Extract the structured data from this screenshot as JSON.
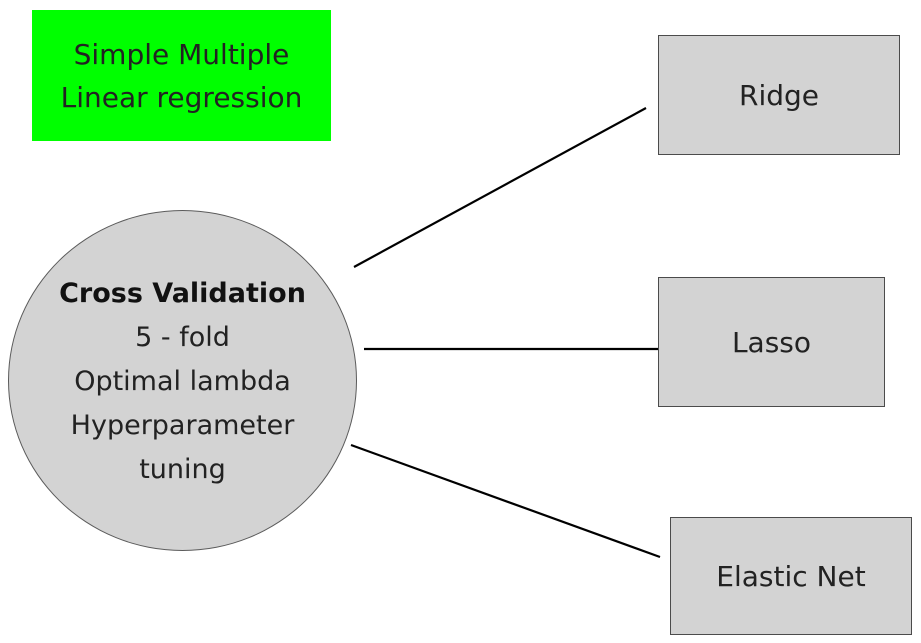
{
  "diagram": {
    "start_label_line_1": "Simple Multiple",
    "start_label_line_2": "Linear regression",
    "center": {
      "title": "Cross Validation",
      "lines": [
        "5 - fold",
        "Optimal lambda",
        "Hyperparameter",
        "tuning"
      ]
    },
    "methods": [
      {
        "label": "Ridge"
      },
      {
        "label": "Lasso"
      },
      {
        "label": "Elastic Net"
      }
    ]
  },
  "colors": {
    "start_box": "#00ff00",
    "method_box": "#d3d3d3",
    "cross_validation_circle": "#d3d3d3",
    "connector": "#000000"
  }
}
